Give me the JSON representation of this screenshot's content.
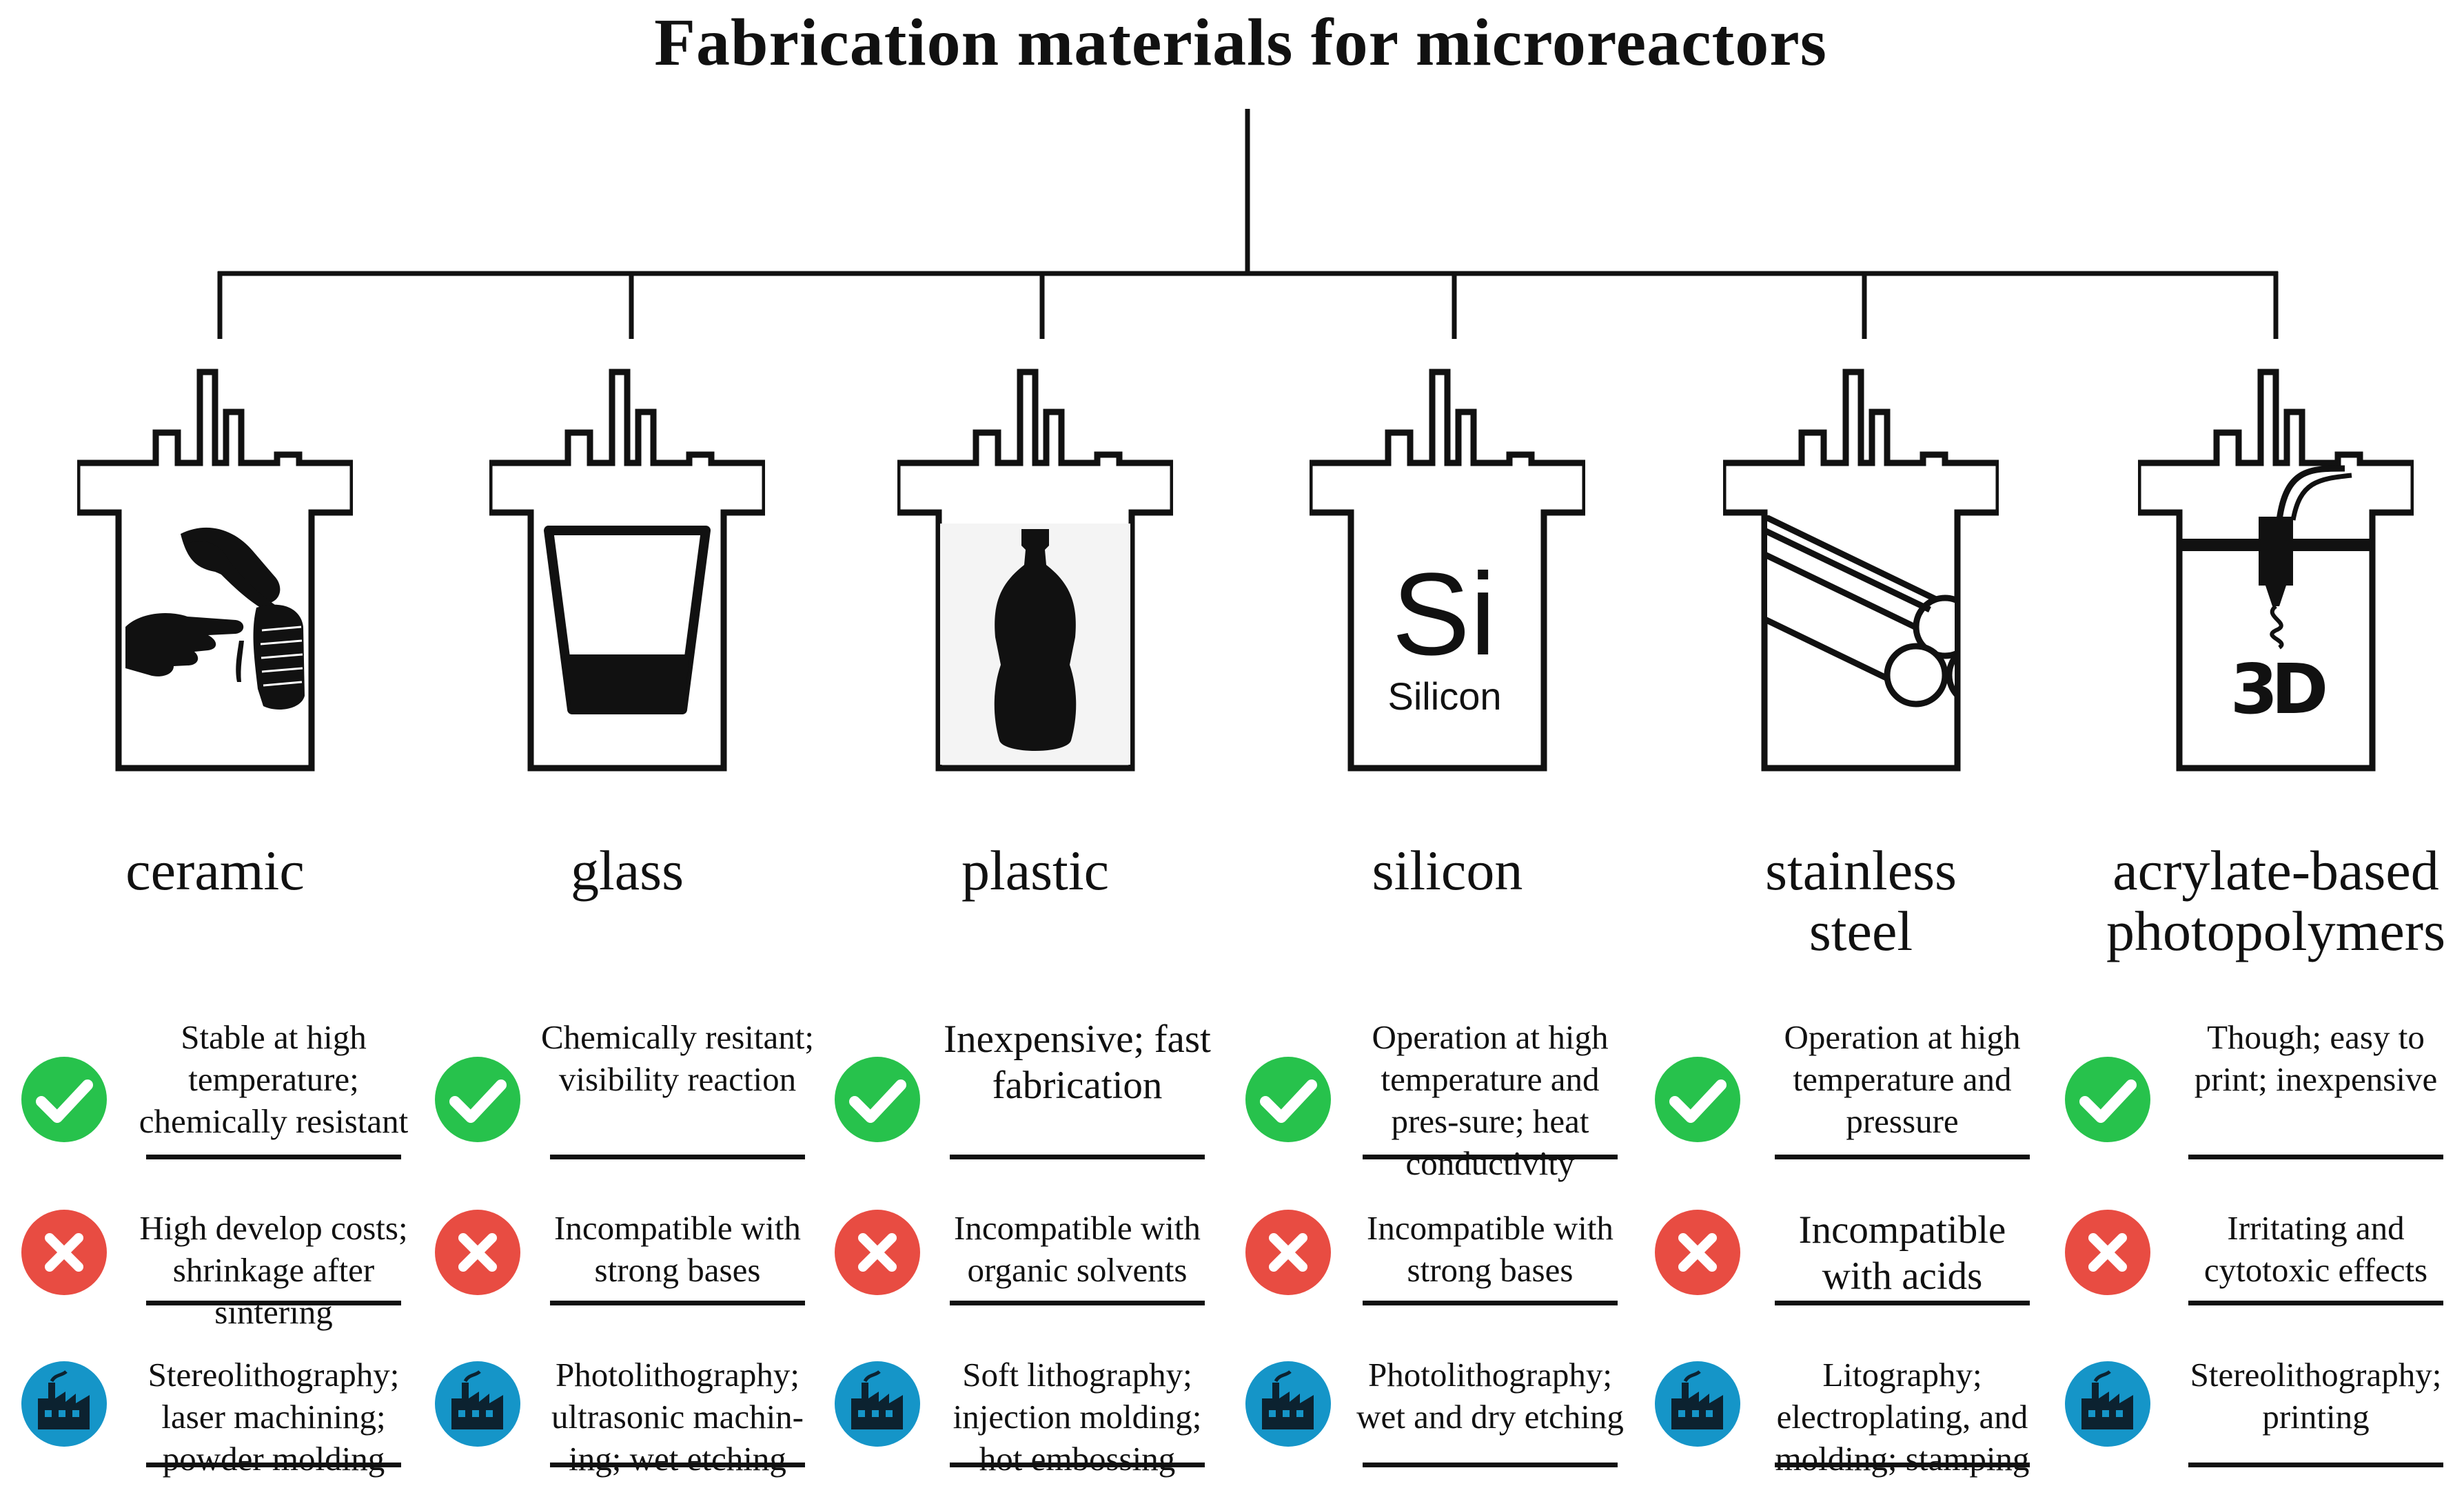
{
  "title": "Fabrication materials for microreactors",
  "colors": {
    "pro": "#27c24c",
    "con": "#e84c42",
    "method": "#1595c8",
    "line": "#111111"
  },
  "row_icons": {
    "pro": "check-circle-icon",
    "con": "cross-circle-icon",
    "method": "factory-icon"
  },
  "materials": [
    {
      "name": "ceramic",
      "icon": "hands-shaping-pottery-icon",
      "pro": "Stable at high temperature; chemically resistant",
      "con": "High develop costs; shrinkage after sintering",
      "method": "Stereolithography; laser machining; powder molding"
    },
    {
      "name": "glass",
      "icon": "drinking-glass-icon",
      "pro": "Chemically resitant; visibility reaction",
      "con": "Incompatible with strong bases",
      "method": "Photolithography; ultrasonic machin-ing; wet etching"
    },
    {
      "name": "plastic",
      "icon": "plastic-bottle-icon",
      "pro": "Inexpensive; fast fabrication",
      "con": "Incompatible with organic solvents",
      "method": "Soft lithography; injection molding; hot embossing"
    },
    {
      "name": "silicon",
      "icon": "silicon-element-icon",
      "symbol": "Si",
      "symbol_name": "Silicon",
      "pro": "Operation at high temperature and pres-sure; heat conductivity",
      "con": "Incompatible with strong bases",
      "method": "Photolithography; wet and dry etching"
    },
    {
      "name": "stainless steel",
      "icon": "steel-pipes-icon",
      "pro": "Operation at high temperature and pressure",
      "con": "Incompatible with acids",
      "method": "Litography; electroplating, and molding; stamping"
    },
    {
      "name": "acrylate-based photopolymers",
      "icon": "3d-printer-icon",
      "print_label": "3D",
      "pro": "Though; easy to print; inexpensive",
      "con": "Irritating and cytotoxic effects",
      "method": "Stereolithography; printing"
    }
  ]
}
